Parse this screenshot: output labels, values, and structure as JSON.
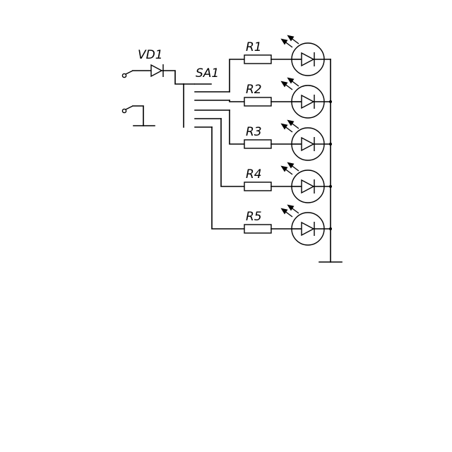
{
  "labels": {
    "diode": "VD1",
    "switch": "SA1",
    "resistors": [
      "R1",
      "R2",
      "R3",
      "R4",
      "R5"
    ]
  },
  "icons": {
    "input_terminal": "open-circle-terminal",
    "led": "light-emitting-diode-icon",
    "ground": "ground-symbol"
  }
}
